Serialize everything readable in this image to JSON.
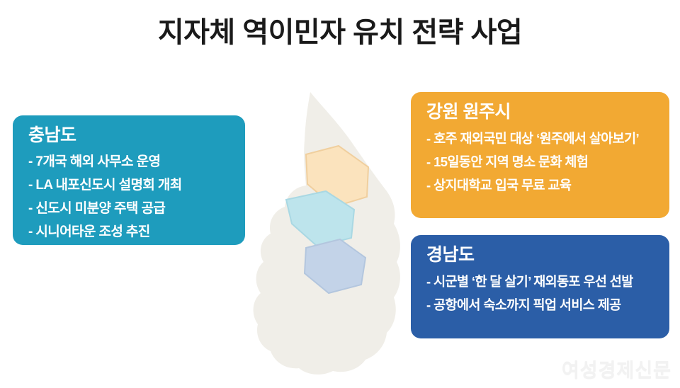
{
  "page": {
    "title": "지자체 역이민자 유치 전략 사업",
    "background_color": "#ffffff"
  },
  "map": {
    "name": "korea-map-silhouette",
    "base_color": "#f0eee8",
    "regions": [
      {
        "name": "region-gangwon-wonju",
        "fill": "#fbe3bd",
        "stroke": "#f0cf9e"
      },
      {
        "name": "region-chungnam",
        "fill": "#bde4ec",
        "stroke": "#a9d8e3"
      },
      {
        "name": "region-gyeongnam",
        "fill": "#c3d3e8",
        "stroke": "#b3c6de"
      }
    ]
  },
  "cards": [
    {
      "id": "chungnam",
      "title": "충남도",
      "color": "#1e9cbd",
      "items": [
        "- 7개국 해외 사무소 운영",
        "- LA 내포신도시 설명회 개최",
        "- 신도시 미분양 주택 공급",
        "- 시니어타운 조성 추진"
      ]
    },
    {
      "id": "wonju",
      "title": "강원 원주시",
      "color": "#f2a933",
      "items": [
        "- 호주 재외국민 대상 ‘원주에서 살아보기’",
        "- 15일동안 지역 명소 문화 체험",
        "- 상지대학교 입국 무료 교육"
      ]
    },
    {
      "id": "gyeongnam",
      "title": "경남도",
      "color": "#2b5ea7",
      "items": [
        "- 시군별 ‘한 달 살기’ 재외동포 우선 선발",
        "- 공항에서 숙소까지 픽업 서비스 제공"
      ]
    }
  ],
  "watermark": {
    "text": "여성경제신문"
  }
}
